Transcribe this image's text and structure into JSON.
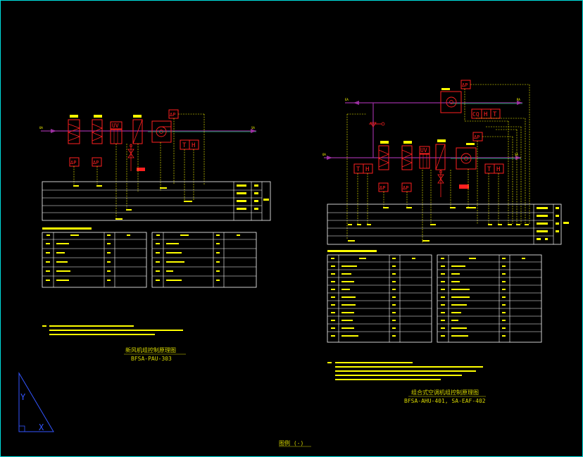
{
  "left_panel": {
    "labels": {
      "uv": "UV",
      "dp": "ΔP",
      "th_t": "T",
      "th_h": "H",
      "in_tag": "OA",
      "out_tag": "SA"
    },
    "drawing_title": "新风机组控制原理图",
    "drawing_code": "BFSA-PAU-303"
  },
  "right_panel": {
    "labels": {
      "uv": "UV",
      "dp": "ΔP",
      "cq": "CQ",
      "th_t": "T",
      "th_h": "H",
      "in_tag": "OA",
      "out_tag": "SA",
      "ra_tag": "RA",
      "ea_tag": "EA"
    },
    "drawing_title": "组合式空调机组控制原理图",
    "drawing_code": "BFSA-AHU-401, SA-EAF-402"
  },
  "sheet_label": "图例 (-)",
  "triangle": {
    "y_label": "Y",
    "x_label": "X"
  }
}
